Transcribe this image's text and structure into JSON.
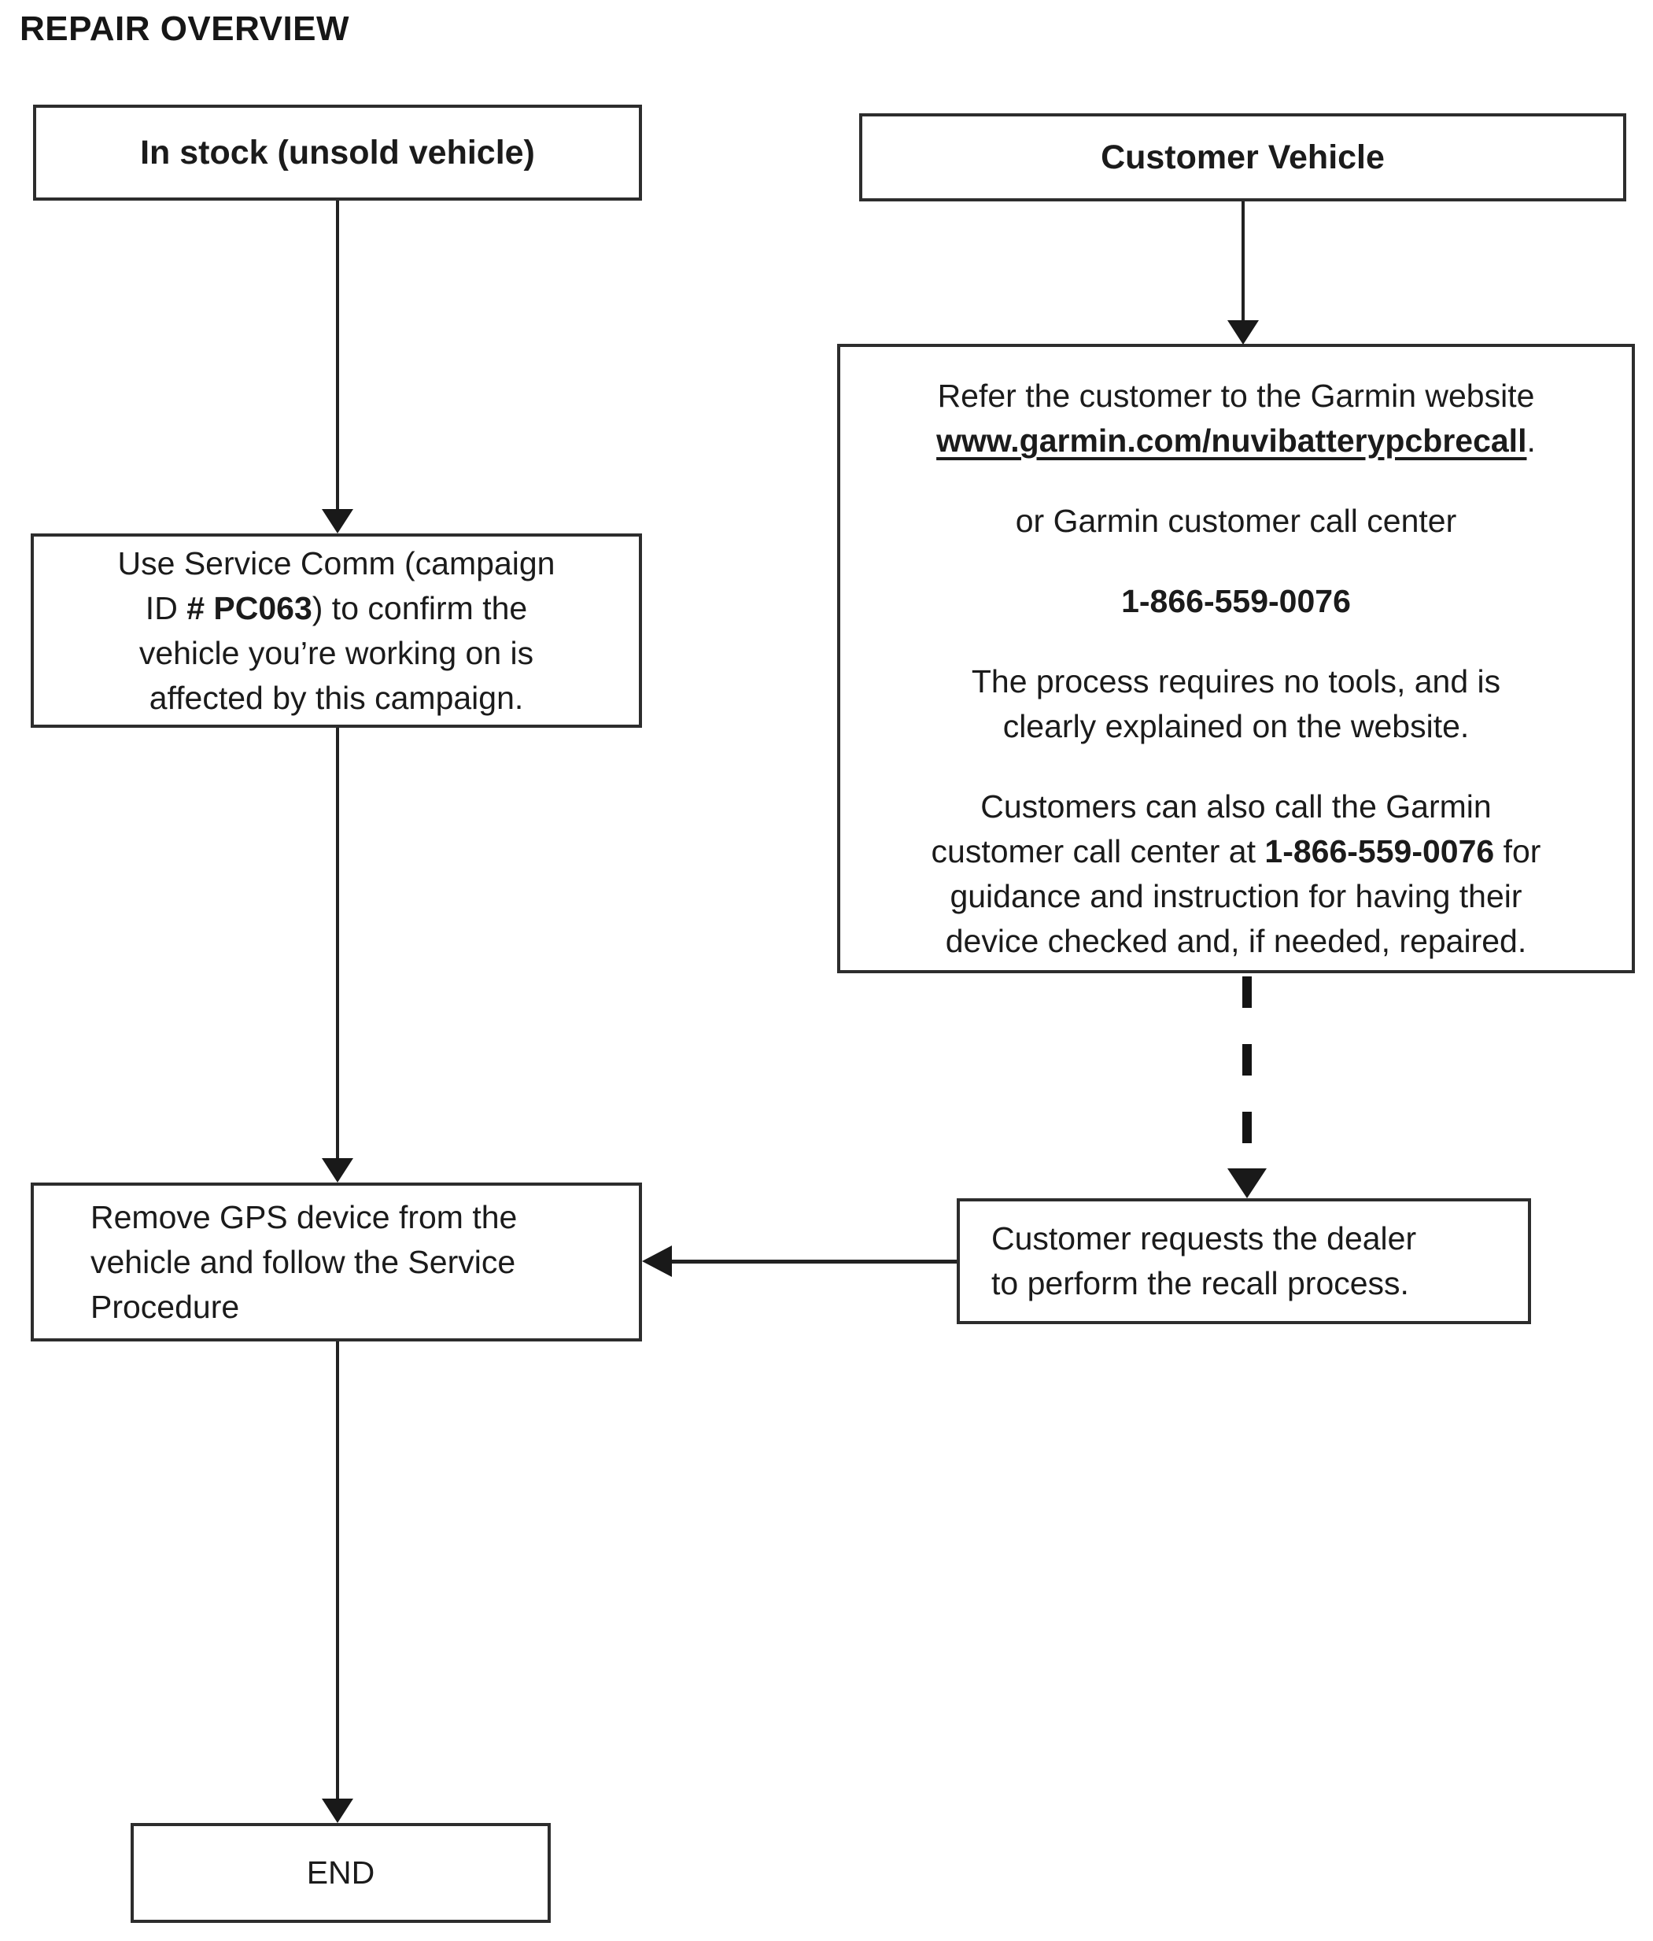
{
  "page": {
    "title": "REPAIR OVERVIEW"
  },
  "colors": {
    "ink": "#1b1b1b",
    "border": "#2d2d2d",
    "background": "#ffffff"
  },
  "nodes": {
    "in_stock": {
      "label": "In stock (unsold vehicle)"
    },
    "service_comm": {
      "lines": [
        [
          {
            "t": "Use Service Comm (campaign"
          }
        ],
        [
          {
            "t": "ID "
          },
          {
            "t": "# PC063",
            "b": true
          },
          {
            "t": ") to confirm the"
          }
        ],
        [
          {
            "t": "vehicle you’re working on is"
          }
        ],
        [
          {
            "t": "affected by this campaign."
          }
        ]
      ]
    },
    "remove_gps": {
      "lines": [
        [
          {
            "t": "Remove GPS device from the"
          }
        ],
        [
          {
            "t": "vehicle and follow the Service"
          }
        ],
        [
          {
            "t": "Procedure"
          }
        ]
      ]
    },
    "end": {
      "label": "END"
    },
    "customer_vehicle": {
      "label": "Customer Vehicle"
    },
    "garmin_referral": {
      "paragraphs": [
        [
          [
            {
              "t": "Refer the customer to the Garmin website"
            }
          ],
          [
            {
              "t": "www.garmin.com/nuvibatterypcbrecall",
              "b": true,
              "u": true
            },
            {
              "t": "."
            }
          ]
        ],
        [
          [
            {
              "t": "or Garmin customer call center"
            }
          ]
        ],
        [
          [
            {
              "t": "1-866-559-0076",
              "b": true
            }
          ]
        ],
        [
          [
            {
              "t": "The process requires no tools, and is"
            }
          ],
          [
            {
              "t": "clearly explained on the website."
            }
          ]
        ],
        [
          [
            {
              "t": "Customers can also call the Garmin"
            }
          ],
          [
            {
              "t": "customer call center at "
            },
            {
              "t": "1-866-559-0076",
              "b": true
            },
            {
              "t": " for"
            }
          ],
          [
            {
              "t": "guidance and instruction for having their"
            }
          ],
          [
            {
              "t": "device checked and, if needed, repaired."
            }
          ]
        ]
      ]
    },
    "customer_requests": {
      "lines": [
        [
          {
            "t": "Customer requests the dealer"
          }
        ],
        [
          {
            "t": "to perform the recall process."
          }
        ]
      ]
    }
  }
}
